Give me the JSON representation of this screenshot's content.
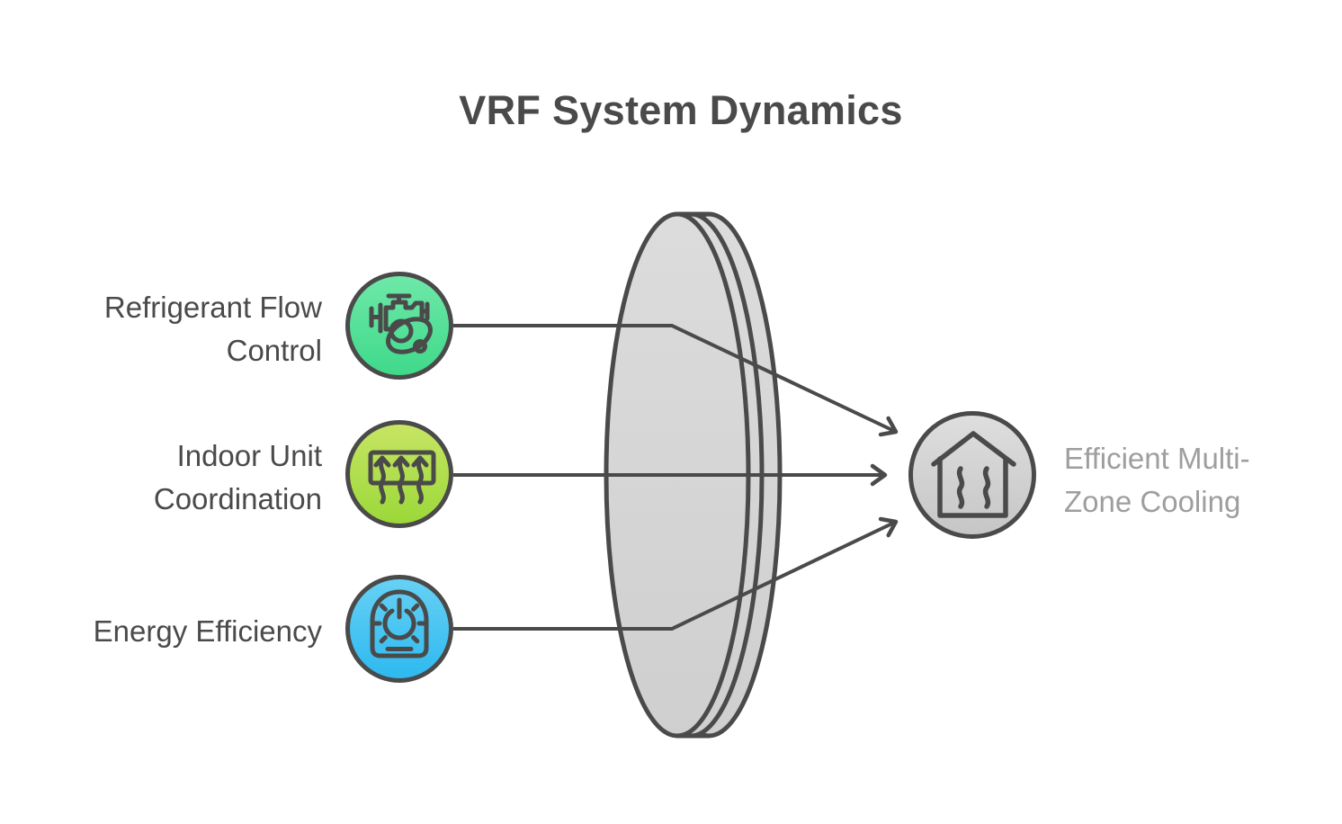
{
  "title": "VRF System Dynamics",
  "inputs": [
    {
      "id": "refrigerant-flow-control",
      "lines": [
        "Refrigerant Flow",
        "Control"
      ],
      "icon": "engine-valve-icon",
      "color_top": "#6ee8a8",
      "color_bottom": "#3fd98a"
    },
    {
      "id": "indoor-unit-coordination",
      "lines": [
        "Indoor Unit",
        "Coordination"
      ],
      "icon": "indoor-unit-airflow-icon",
      "color_top": "#c7e564",
      "color_bottom": "#9bd839"
    },
    {
      "id": "energy-efficiency",
      "lines": [
        "Energy Efficiency"
      ],
      "icon": "energy-dial-icon",
      "color_top": "#66d1f5",
      "color_bottom": "#2eb9ef"
    }
  ],
  "output": {
    "id": "efficient-multi-zone-cooling",
    "lines": [
      "Efficient Multi-",
      "Zone Cooling"
    ],
    "icon": "house-heatwaves-icon",
    "color_top": "#dedede",
    "color_bottom": "#c6c6c6"
  },
  "colors": {
    "ink": "#4a4a4a",
    "muted_label": "#9e9e9e",
    "lens_fill_top": "#dcdcdc",
    "lens_fill_bottom": "#cfcfcf",
    "background": "#ffffff"
  }
}
